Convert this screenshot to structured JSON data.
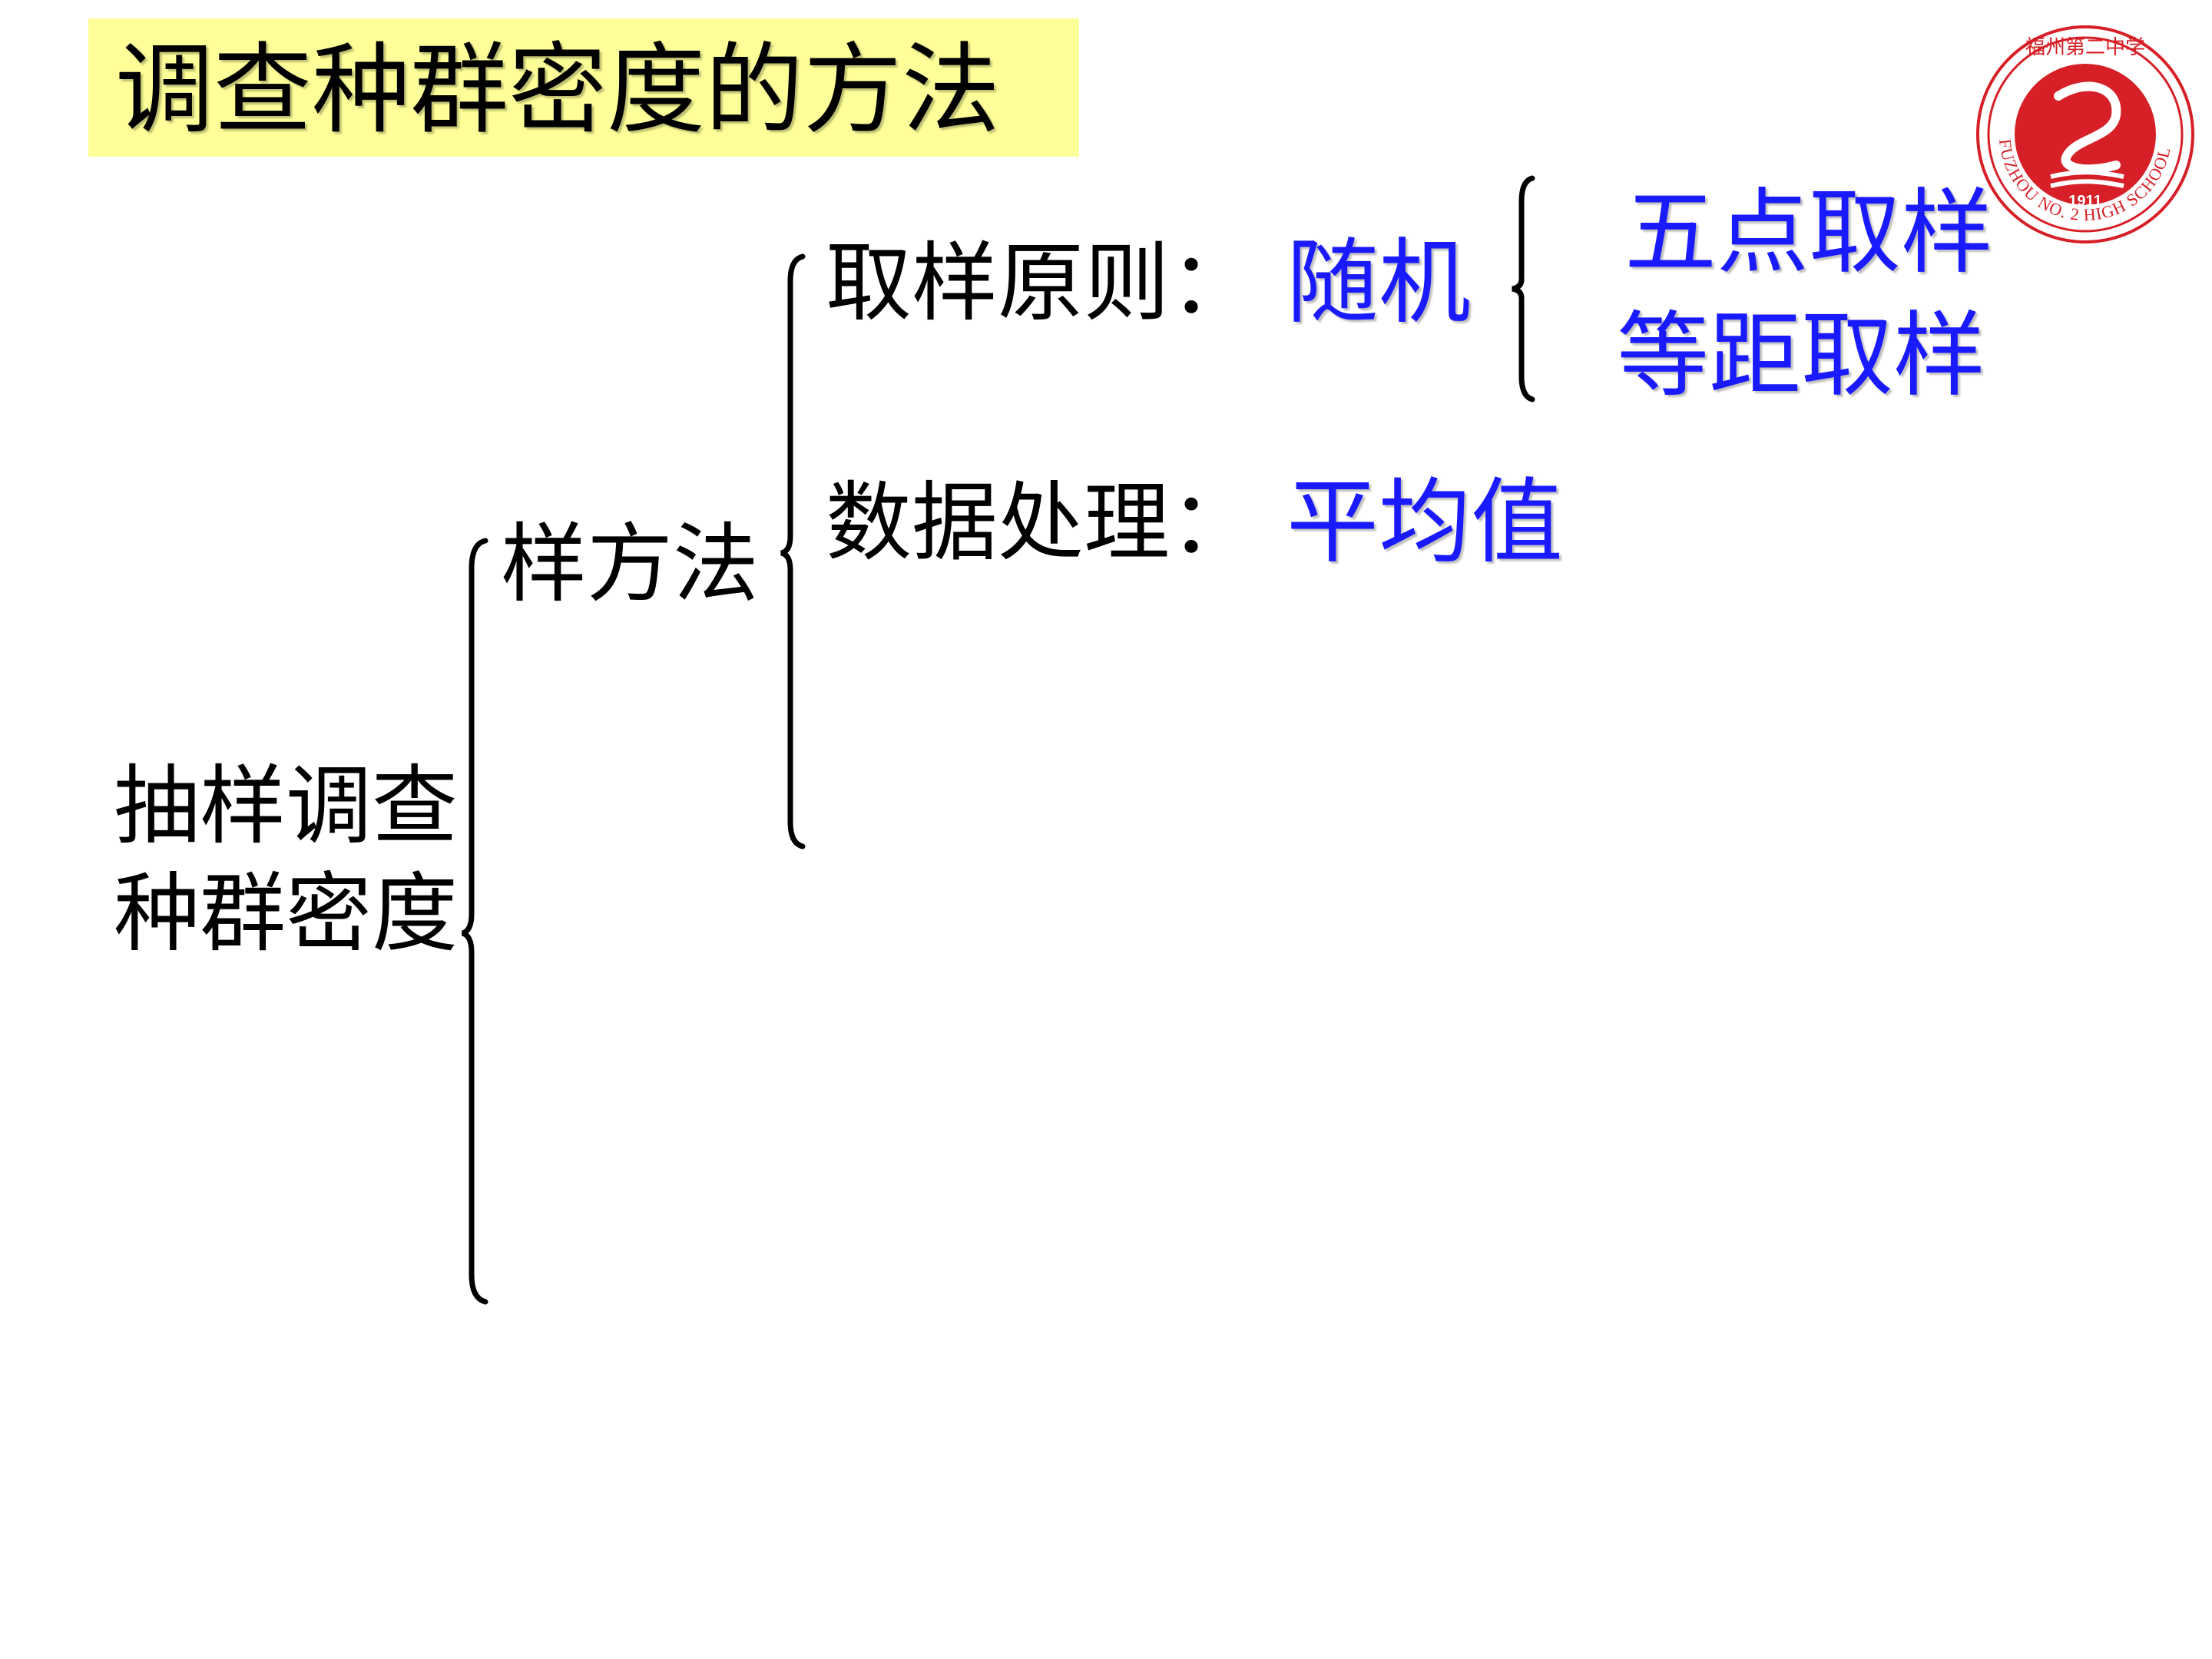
{
  "title": "调查种群密度的方法",
  "root": {
    "line1": "抽样调查",
    "line2": "种群密度"
  },
  "method": {
    "label": "样方法"
  },
  "branches": [
    {
      "label": "取样原则：",
      "value": "随机"
    },
    {
      "label": "数据处理：",
      "value": "平均值"
    }
  ],
  "sampling_methods": [
    "五点取样",
    "等距取样"
  ],
  "logo": {
    "top_text": "福州第二中学",
    "ring_text": "FUZHOU NO. 2 HIGH SCHOOL",
    "year": "1911",
    "color": "#d61f26"
  },
  "colors": {
    "title_bg": "#ffff99",
    "accent_text": "#1a1aff"
  }
}
